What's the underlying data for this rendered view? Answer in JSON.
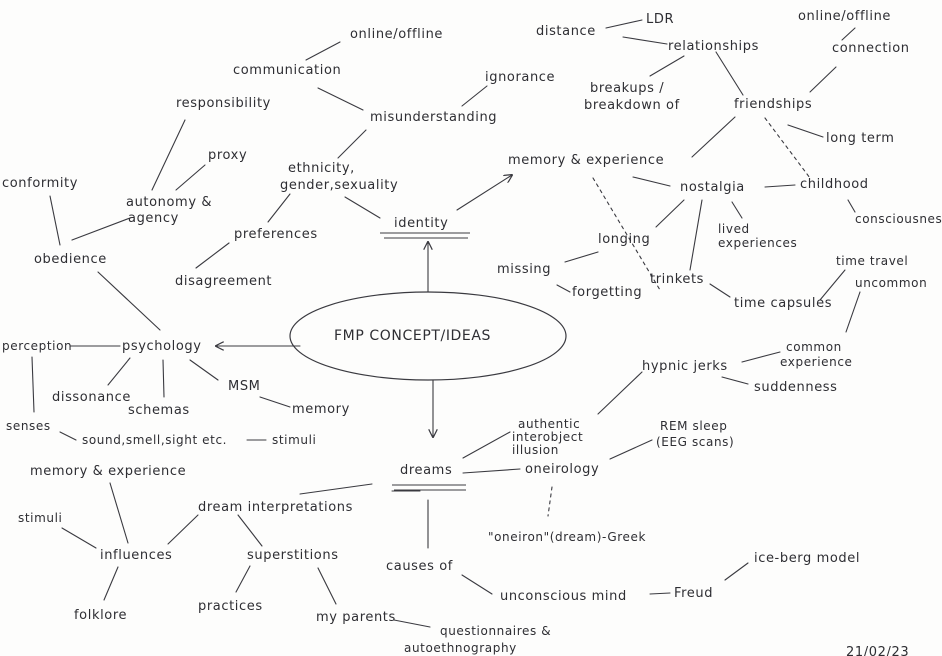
{
  "center": "FMP CONCEPT/IDEAS",
  "identity_branch": {
    "root": "identity",
    "ethnicity_line1": "ethnicity,",
    "ethnicity_line2": "gender,sexuality",
    "preferences": "preferences",
    "disagreement": "disagreement",
    "misunderstanding": "misunderstanding",
    "ignorance": "ignorance",
    "communication": "communication",
    "online_offline": "online/offline",
    "responsibility": "responsibility",
    "memory_experience": "memory & experience",
    "nostalgia": "nostalgia",
    "childhood": "childhood",
    "consciousness": "consciousnes",
    "longing": "longing",
    "missing": "missing",
    "forgetting": "forgetting",
    "trinkets": "trinkets",
    "lived_line1": "lived",
    "lived_line2": "experiences",
    "time_capsules": "time capsules",
    "time_travel": "time travel",
    "uncommon": "uncommon",
    "friendships": "friendships",
    "long_term": "long term",
    "relationships": "relationships",
    "distance": "distance",
    "ldr": "LDR",
    "breakups_line1": "breakups /",
    "breakups_line2": "breakdown of",
    "connection": "connection",
    "online_offline_2": "online/offline"
  },
  "psychology_branch": {
    "root": "psychology",
    "obedience": "obedience",
    "conformity": "conformity",
    "autonomy_line1": "autonomy &",
    "autonomy_line2": "agency",
    "proxy": "proxy",
    "perception": "perception",
    "dissonance": "dissonance",
    "schemas": "schemas",
    "msm": "MSM",
    "memory": "memory",
    "senses": "senses",
    "sound": "sound,smell,sight etc.",
    "stimuli": "stimuli"
  },
  "dreams_branch": {
    "root": "dreams",
    "memory_experience": "memory & experience",
    "dream_interpretations": "dream interpretations",
    "influences": "influences",
    "stimuli": "stimuli",
    "folklore": "folklore",
    "superstitions": "superstitions",
    "practices": "practices",
    "my_parents": "my parents",
    "questionnaires_line1": "questionnaires &",
    "questionnaires_line2": "autoethnography",
    "causes_of": "causes of",
    "unconscious_mind": "unconscious mind",
    "freud": "Freud",
    "iceberg": "ice-berg model",
    "oneirology": "oneirology",
    "oneiron": "\"oneiron\"(dream)-Greek",
    "rem_line1": "REM sleep",
    "rem_line2": "(EEG scans)",
    "authentic_line1": "authentic",
    "authentic_line2": "interobject",
    "authentic_line3": "illusion",
    "hypnic_jerks": "hypnic jerks",
    "suddenness": "suddenness",
    "common_line1": "common",
    "common_line2": "experience"
  },
  "date": "21/02/23"
}
